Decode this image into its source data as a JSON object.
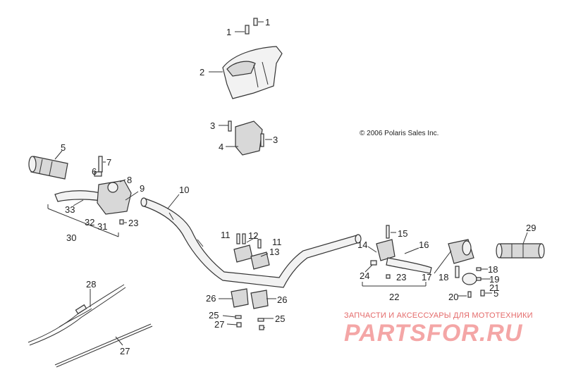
{
  "copyright": "© 2006 Polaris Sales Inc.",
  "callouts": [
    "1",
    "1",
    "2",
    "3",
    "3",
    "4",
    "5",
    "6",
    "7",
    "8",
    "9",
    "10",
    "33",
    "32",
    "31",
    "23",
    "30",
    "11",
    "12",
    "11",
    "13",
    "14",
    "15",
    "16",
    "24",
    "23",
    "22",
    "17",
    "18",
    "18",
    "19",
    "21",
    "20",
    "5",
    "29",
    "28",
    "27",
    "26",
    "25",
    "27",
    "26",
    "25"
  ],
  "watermark": {
    "tagline": "ЗАПЧАСТИ И АКСЕССУАРЫ ДЛЯ МОТОТЕХНИКИ",
    "logo": "PARTSFOR.RU"
  }
}
